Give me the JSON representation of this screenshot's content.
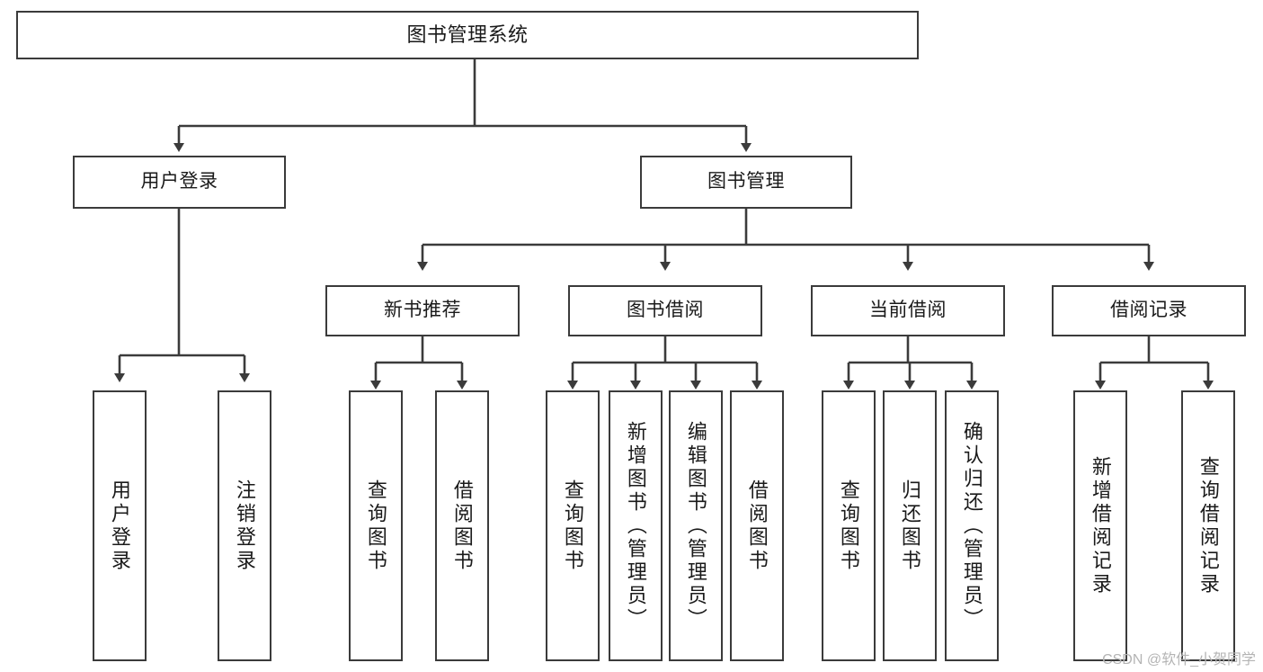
{
  "diagram": {
    "title": "图书管理系统",
    "type": "tree-hierarchy",
    "colors": {
      "box_border": "#3b3b3b",
      "box_fill": "#ffffff",
      "edge": "#3b3b3b",
      "text": "#1a1a1a",
      "watermark": "#b4b4b4",
      "background": "#ffffff"
    }
  },
  "watermark": {
    "text": "CSDN @软件_小贺同学"
  },
  "nodes": {
    "root": {
      "label": "图书管理系统"
    },
    "level2": [
      {
        "label": "用户登录"
      },
      {
        "label": "图书管理"
      }
    ],
    "level3": [
      {
        "label": "新书推荐"
      },
      {
        "label": "图书借阅"
      },
      {
        "label": "当前借阅"
      },
      {
        "label": "借阅记录"
      }
    ],
    "leaves": {
      "user_login": [
        {
          "label": "用户登录"
        },
        {
          "label": "注销登录"
        }
      ],
      "new_book_recommend": [
        {
          "label": "查询图书"
        },
        {
          "label": "借阅图书"
        }
      ],
      "book_borrow": [
        {
          "label": "查询图书"
        },
        {
          "label": "新增图书（管理员）"
        },
        {
          "label": "编辑图书（管理员）"
        },
        {
          "label": "借阅图书"
        }
      ],
      "current_borrow": [
        {
          "label": "查询图书"
        },
        {
          "label": "归还图书"
        },
        {
          "label": "确认归还（管理员）"
        }
      ],
      "borrow_record": [
        {
          "label": "新增借阅记录"
        },
        {
          "label": "查询借阅记录"
        }
      ]
    }
  }
}
